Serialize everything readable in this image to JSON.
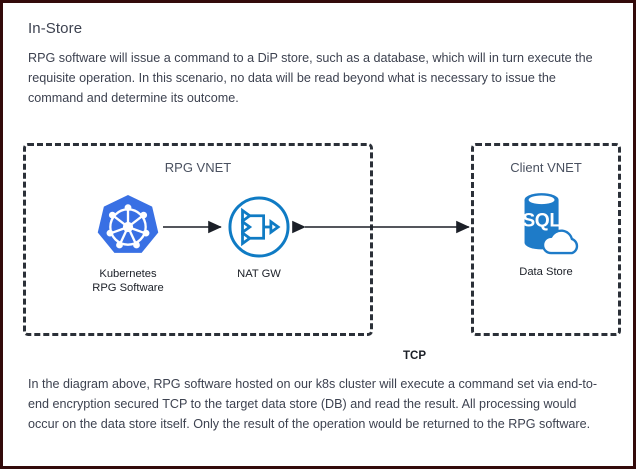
{
  "page": {
    "border_color": "#330a0a",
    "background": "#ffffff"
  },
  "header": {
    "title": "In-Store"
  },
  "intro_paragraph": "RPG software will issue a command to a DiP store, such as a database, which will in turn execute the requisite operation. In this scenario, no data will be read beyond what is necessary to issue the command and determine its outcome.",
  "footer_paragraph": "In the diagram above, RPG software hosted on our k8s cluster will execute a command set via end-to-end encryption secured TCP to the target data store (DB) and read the result. All processing would occur on the data store itself. Only the result of the operation would be returned to the RPG software.",
  "diagram": {
    "zones": [
      {
        "id": "rpg-vnet",
        "label": "RPG VNET",
        "style": "dashed",
        "border_color": "#2b3038"
      },
      {
        "id": "client-vnet",
        "label": "Client VNET",
        "style": "dashed",
        "border_color": "#2b3038"
      }
    ],
    "nodes": [
      {
        "id": "kubernetes",
        "icon": "kubernetes-icon",
        "label": "Kubernetes\nRPG Software",
        "color": "#3970E4"
      },
      {
        "id": "nat-gateway",
        "icon": "nat-gateway-icon",
        "label": "NAT GW",
        "color": "#0F7BC4"
      },
      {
        "id": "data-store",
        "icon": "sql-database-cloud-icon",
        "label": "Data Store",
        "color": "#1E7BC8"
      }
    ],
    "connections": [
      {
        "id": "k8s-to-nat",
        "from": "kubernetes",
        "to": "nat-gateway",
        "label": "",
        "arrow": "single",
        "color": "#1b1f27"
      },
      {
        "id": "nat-to-datastore",
        "from": "nat-gateway",
        "to": "data-store",
        "label": "TCP",
        "arrow": "double",
        "color": "#1b1f27"
      }
    ]
  }
}
